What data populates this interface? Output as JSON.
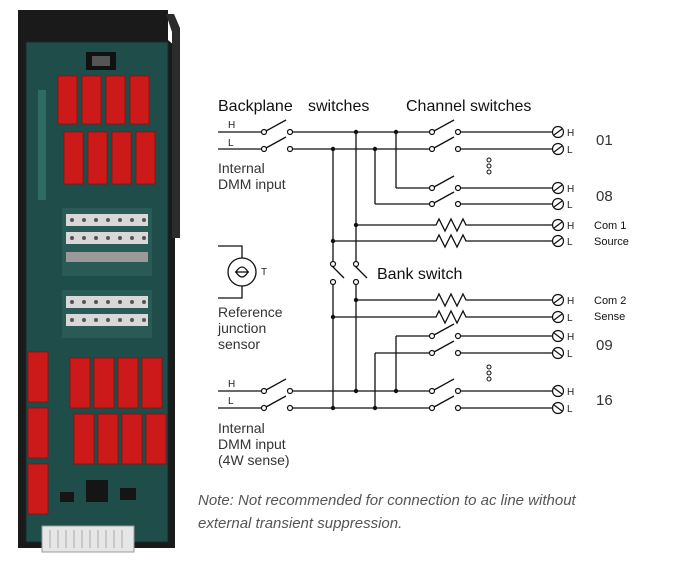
{
  "diagram": {
    "headings": {
      "backplane": "Backplane",
      "switches": "switches",
      "channel_switches": "Channel switches",
      "bank_switch": "Bank switch"
    },
    "inputs": {
      "internal_dmm_input": [
        "Internal",
        "DMM input"
      ],
      "internal_dmm_input_4w": [
        "Internal",
        "DMM input",
        "(4W sense)"
      ],
      "reference_junction": [
        "Reference",
        "junction",
        "sensor"
      ],
      "thermistor_label": "T",
      "h": "H",
      "l": "L"
    },
    "channels": {
      "ch01": "01",
      "ch08": "08",
      "ch09": "09",
      "ch16": "16"
    },
    "com": {
      "com1_line1": "Com 1",
      "com1_line2": "Source",
      "com2_line1": "Com 2",
      "com2_line2": "Sense"
    },
    "note": [
      "Note: Not recommended for connection to ac line without",
      "external transient suppression."
    ]
  }
}
